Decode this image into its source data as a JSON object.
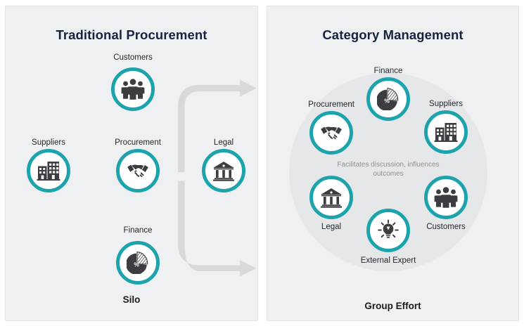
{
  "diagram": {
    "colors": {
      "accent_teal": "#1ca3ac",
      "panel_background": "#eff0f2",
      "disc_background": "#e6e7e9",
      "arrow_grey": "#d8d9dc",
      "icon_dark": "#3d3d41",
      "title_navy": "#17233e"
    }
  },
  "left_panel": {
    "title": "Traditional Procurement",
    "footer": "Silo",
    "nodes": [
      {
        "id": "customers",
        "label": "Customers",
        "icon": "people-group-icon"
      },
      {
        "id": "suppliers",
        "label": "Suppliers",
        "icon": "office-buildings-icon"
      },
      {
        "id": "procurement",
        "label": "Procurement",
        "icon": "handshake-icon"
      },
      {
        "id": "legal",
        "label": "Legal",
        "icon": "courthouse-icon"
      },
      {
        "id": "finance",
        "label": "Finance",
        "icon": "pie-chart-percent-icon"
      }
    ],
    "connectors": [
      {
        "id": "suppliers-to-customers",
        "type": "curved-arrow",
        "from": "suppliers",
        "to": "customers"
      },
      {
        "id": "suppliers-to-finance",
        "type": "curved-arrow",
        "from": "suppliers",
        "to": "finance"
      },
      {
        "id": "customers-procurement",
        "type": "double-arrow-v",
        "from": "customers",
        "to": "procurement"
      },
      {
        "id": "suppliers-procurement",
        "type": "double-arrow-h",
        "from": "suppliers",
        "to": "procurement"
      },
      {
        "id": "procurement-legal",
        "type": "double-arrow-h",
        "from": "procurement",
        "to": "legal"
      },
      {
        "id": "procurement-finance",
        "type": "double-arrow-v",
        "from": "procurement",
        "to": "finance"
      }
    ]
  },
  "right_panel": {
    "title": "Category Management",
    "footer": "Group Effort",
    "center_note": "Facilitates discussion, influences outcomes",
    "nodes": [
      {
        "id": "finance",
        "label": "Finance",
        "icon": "pie-chart-percent-icon"
      },
      {
        "id": "procurement",
        "label": "Procurement",
        "icon": "handshake-icon"
      },
      {
        "id": "suppliers",
        "label": "Suppliers",
        "icon": "office-buildings-icon"
      },
      {
        "id": "legal",
        "label": "Legal",
        "icon": "courthouse-icon"
      },
      {
        "id": "customers",
        "label": "Customers",
        "icon": "people-group-icon"
      },
      {
        "id": "external-expert",
        "label": "External Expert",
        "icon": "lightbulb-idea-icon"
      }
    ]
  }
}
